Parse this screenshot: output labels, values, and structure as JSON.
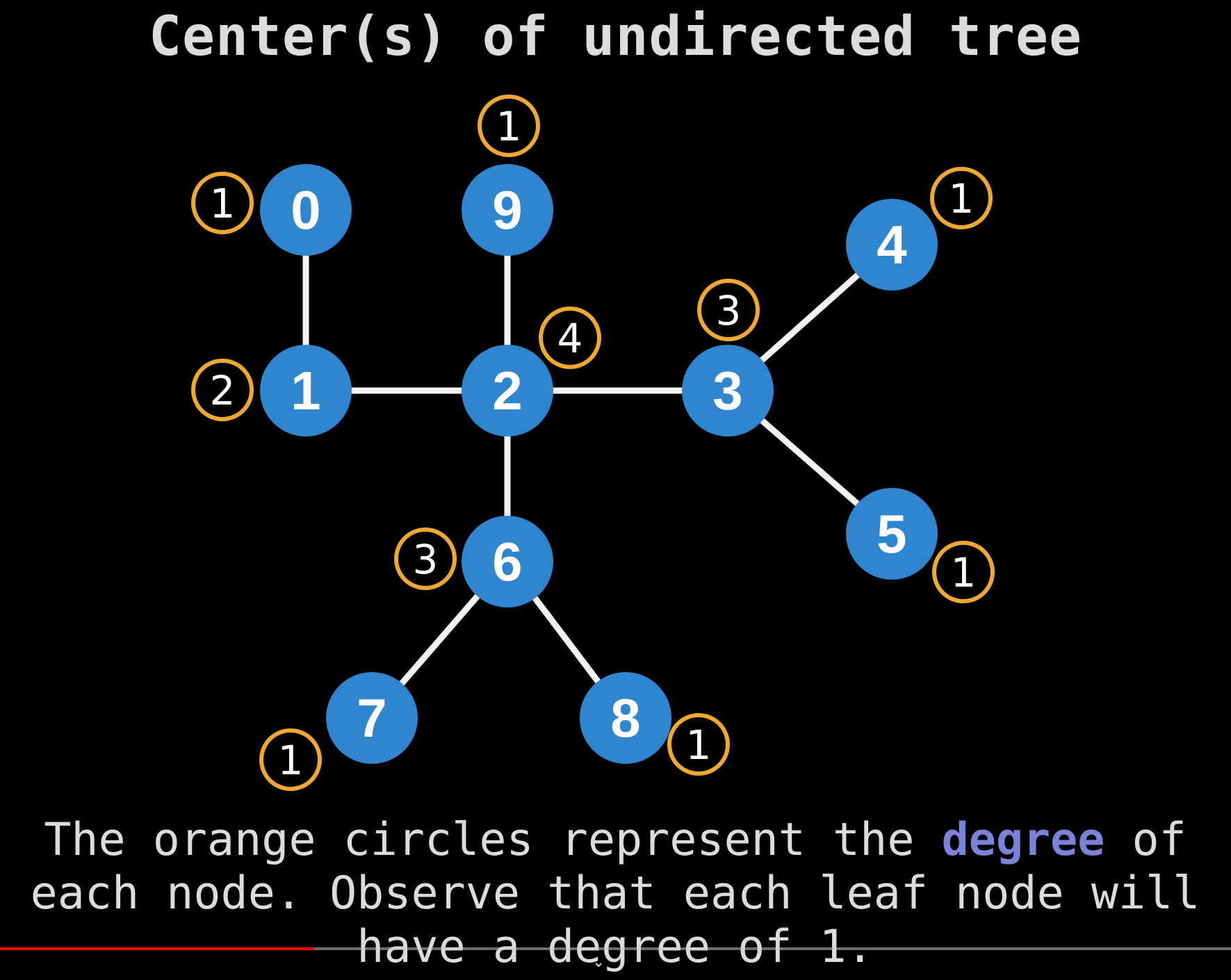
{
  "title": "Center(s) of undirected tree",
  "caption": {
    "line1_prefix": "The orange circles represent the ",
    "line1_highlight": "degree",
    "line1_suffix": " of",
    "line2": "each node. Observe that each leaf node will",
    "line3": "have a degree of 1."
  },
  "colors": {
    "background": "#000000",
    "node_fill": "#2f86cf",
    "edge": "#f2f2f2",
    "degree_ring": "#f0a830",
    "highlight": "#7b83d8",
    "progress": "#ff0000"
  },
  "nodes": [
    {
      "id": "0",
      "degree": "1"
    },
    {
      "id": "1",
      "degree": "2"
    },
    {
      "id": "2",
      "degree": "4"
    },
    {
      "id": "3",
      "degree": "3"
    },
    {
      "id": "4",
      "degree": "1"
    },
    {
      "id": "5",
      "degree": "1"
    },
    {
      "id": "6",
      "degree": "3"
    },
    {
      "id": "7",
      "degree": "1"
    },
    {
      "id": "8",
      "degree": "1"
    },
    {
      "id": "9",
      "degree": "1"
    }
  ],
  "edges": [
    [
      "0",
      "1"
    ],
    [
      "1",
      "2"
    ],
    [
      "9",
      "2"
    ],
    [
      "2",
      "3"
    ],
    [
      "2",
      "6"
    ],
    [
      "3",
      "4"
    ],
    [
      "3",
      "5"
    ],
    [
      "6",
      "7"
    ],
    [
      "6",
      "8"
    ]
  ],
  "video_progress": 0.255
}
